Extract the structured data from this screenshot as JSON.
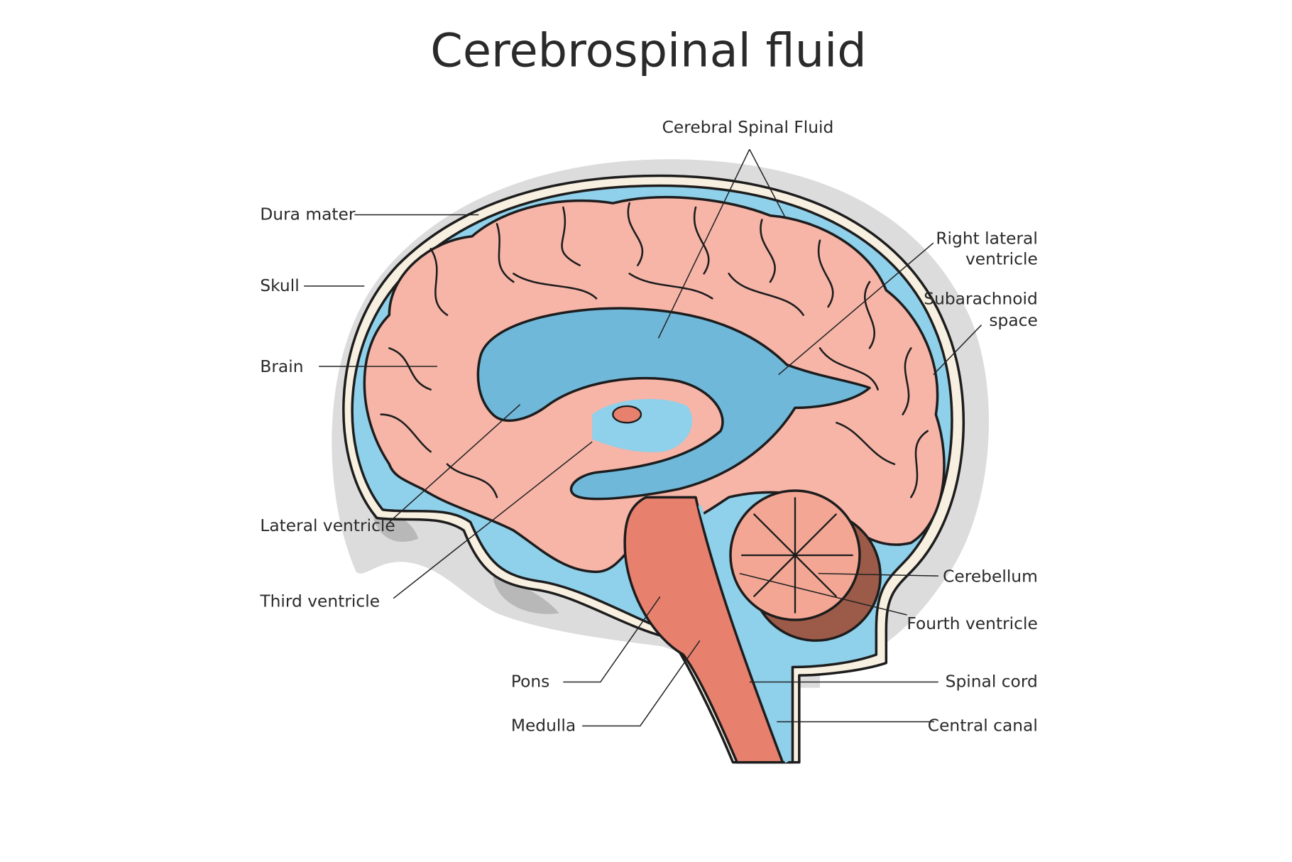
{
  "title": "Cerebrospinal fluid",
  "labels": {
    "csf": "Cerebral Spinal Fluid",
    "dura_mater": "Dura mater",
    "skull": "Skull",
    "brain": "Brain",
    "lateral_ventricle": "Lateral ventricle",
    "third_ventricle": "Third ventricle",
    "pons": "Pons",
    "medulla": "Medulla",
    "right_lateral_ventricle_1": "Right lateral",
    "right_lateral_ventricle_2": "ventricle",
    "subarachnoid_1": "Subarachnoid",
    "subarachnoid_2": "space",
    "cerebellum": "Cerebellum",
    "fourth_ventricle": "Fourth ventricle",
    "spinal_cord": "Spinal cord",
    "central_canal": "Central canal"
  },
  "colors": {
    "csf_blue": "#8fd0ea",
    "ventricle_blue": "#6fb8da",
    "brain_pink": "#f7b5a8",
    "brainstem": "#e8806e",
    "skull_gray": "#dcdcdc"
  }
}
